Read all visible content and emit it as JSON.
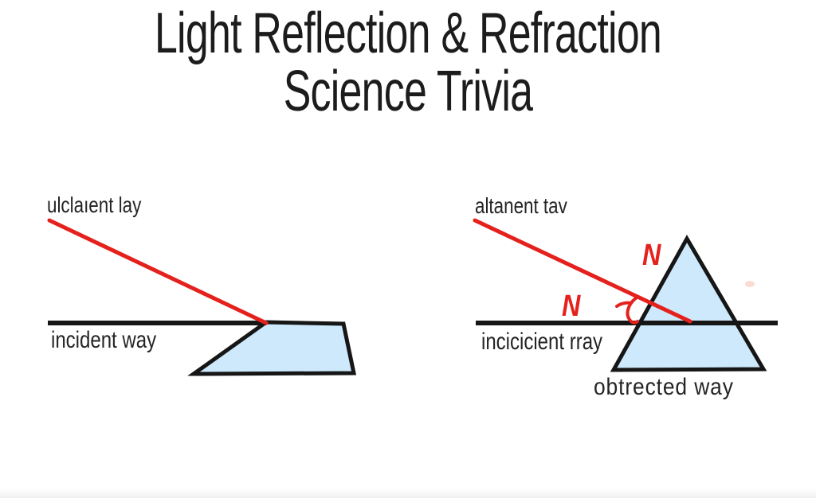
{
  "title": {
    "line1": "Light Reflection & Refraction",
    "line2": "Science Trivia"
  },
  "left_diagram": {
    "ray_label": "ulclaıent lay",
    "surface_label": "incident way"
  },
  "right_diagram": {
    "ray_label": "altanent tav",
    "surface_label": "incicicient rray",
    "refracted_label": "obtrected way",
    "normal_upper": "N",
    "normal_lower": "N"
  },
  "colors": {
    "ray_red": "#e4211c",
    "glass_blue": "#cde9fb",
    "line_black": "#161616",
    "title_black": "#1c1c1c"
  }
}
